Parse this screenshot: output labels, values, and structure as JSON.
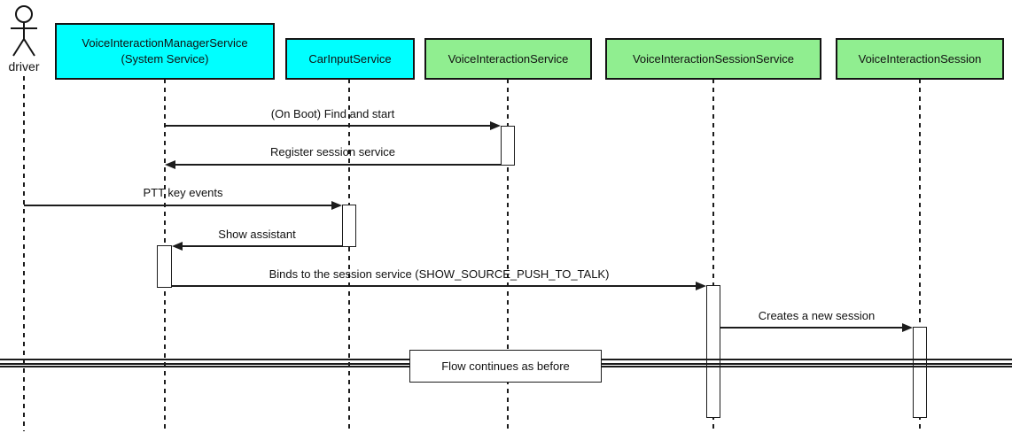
{
  "diagram_type": "uml-sequence",
  "colors": {
    "participant_cyan": "#00ffff",
    "participant_green": "#90ee90",
    "line": "#1c1c1c",
    "background": "#ffffff"
  },
  "actor": {
    "label": "driver"
  },
  "participants": [
    {
      "label": "VoiceInteractionManagerService\n(System Service)",
      "color": "#00ffff"
    },
    {
      "label": "CarInputService",
      "color": "#00ffff"
    },
    {
      "label": "VoiceInteractionService",
      "color": "#90ee90"
    },
    {
      "label": "VoiceInteractionSessionService",
      "color": "#90ee90"
    },
    {
      "label": "VoiceInteractionSession",
      "color": "#90ee90"
    }
  ],
  "messages": [
    {
      "label": "(On Boot) Find and start",
      "from": "VoiceInteractionManagerService (System Service)",
      "to": "VoiceInteractionService"
    },
    {
      "label": "Register session service",
      "from": "VoiceInteractionService",
      "to": "VoiceInteractionManagerService (System Service)"
    },
    {
      "label": "PTT key events",
      "from": "driver",
      "to": "CarInputService"
    },
    {
      "label": "Show assistant",
      "from": "CarInputService",
      "to": "VoiceInteractionManagerService (System Service)"
    },
    {
      "label": "Binds to the session service (SHOW_SOURCE_PUSH_TO_TALK)",
      "from": "VoiceInteractionManagerService (System Service)",
      "to": "VoiceInteractionSessionService"
    },
    {
      "label": "Creates a new session",
      "from": "VoiceInteractionSessionService",
      "to": "VoiceInteractionSession"
    }
  ],
  "divider": {
    "label": "Flow continues as before"
  }
}
